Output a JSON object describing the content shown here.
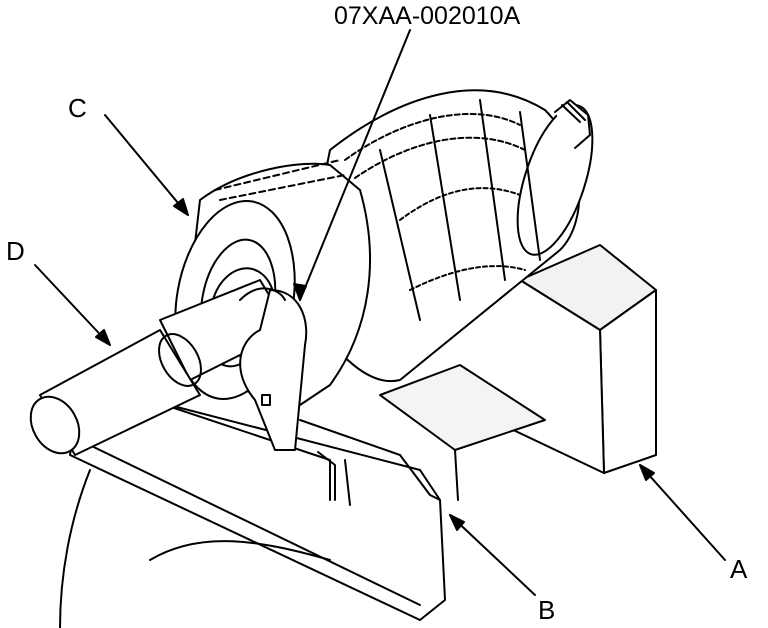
{
  "labels": {
    "part_number": "07XAA-002010A",
    "a": "A",
    "b": "B",
    "c": "C",
    "d": "D"
  },
  "colors": {
    "ink": "#000000",
    "paper": "#ffffff",
    "shade": "#e9e9e9"
  }
}
